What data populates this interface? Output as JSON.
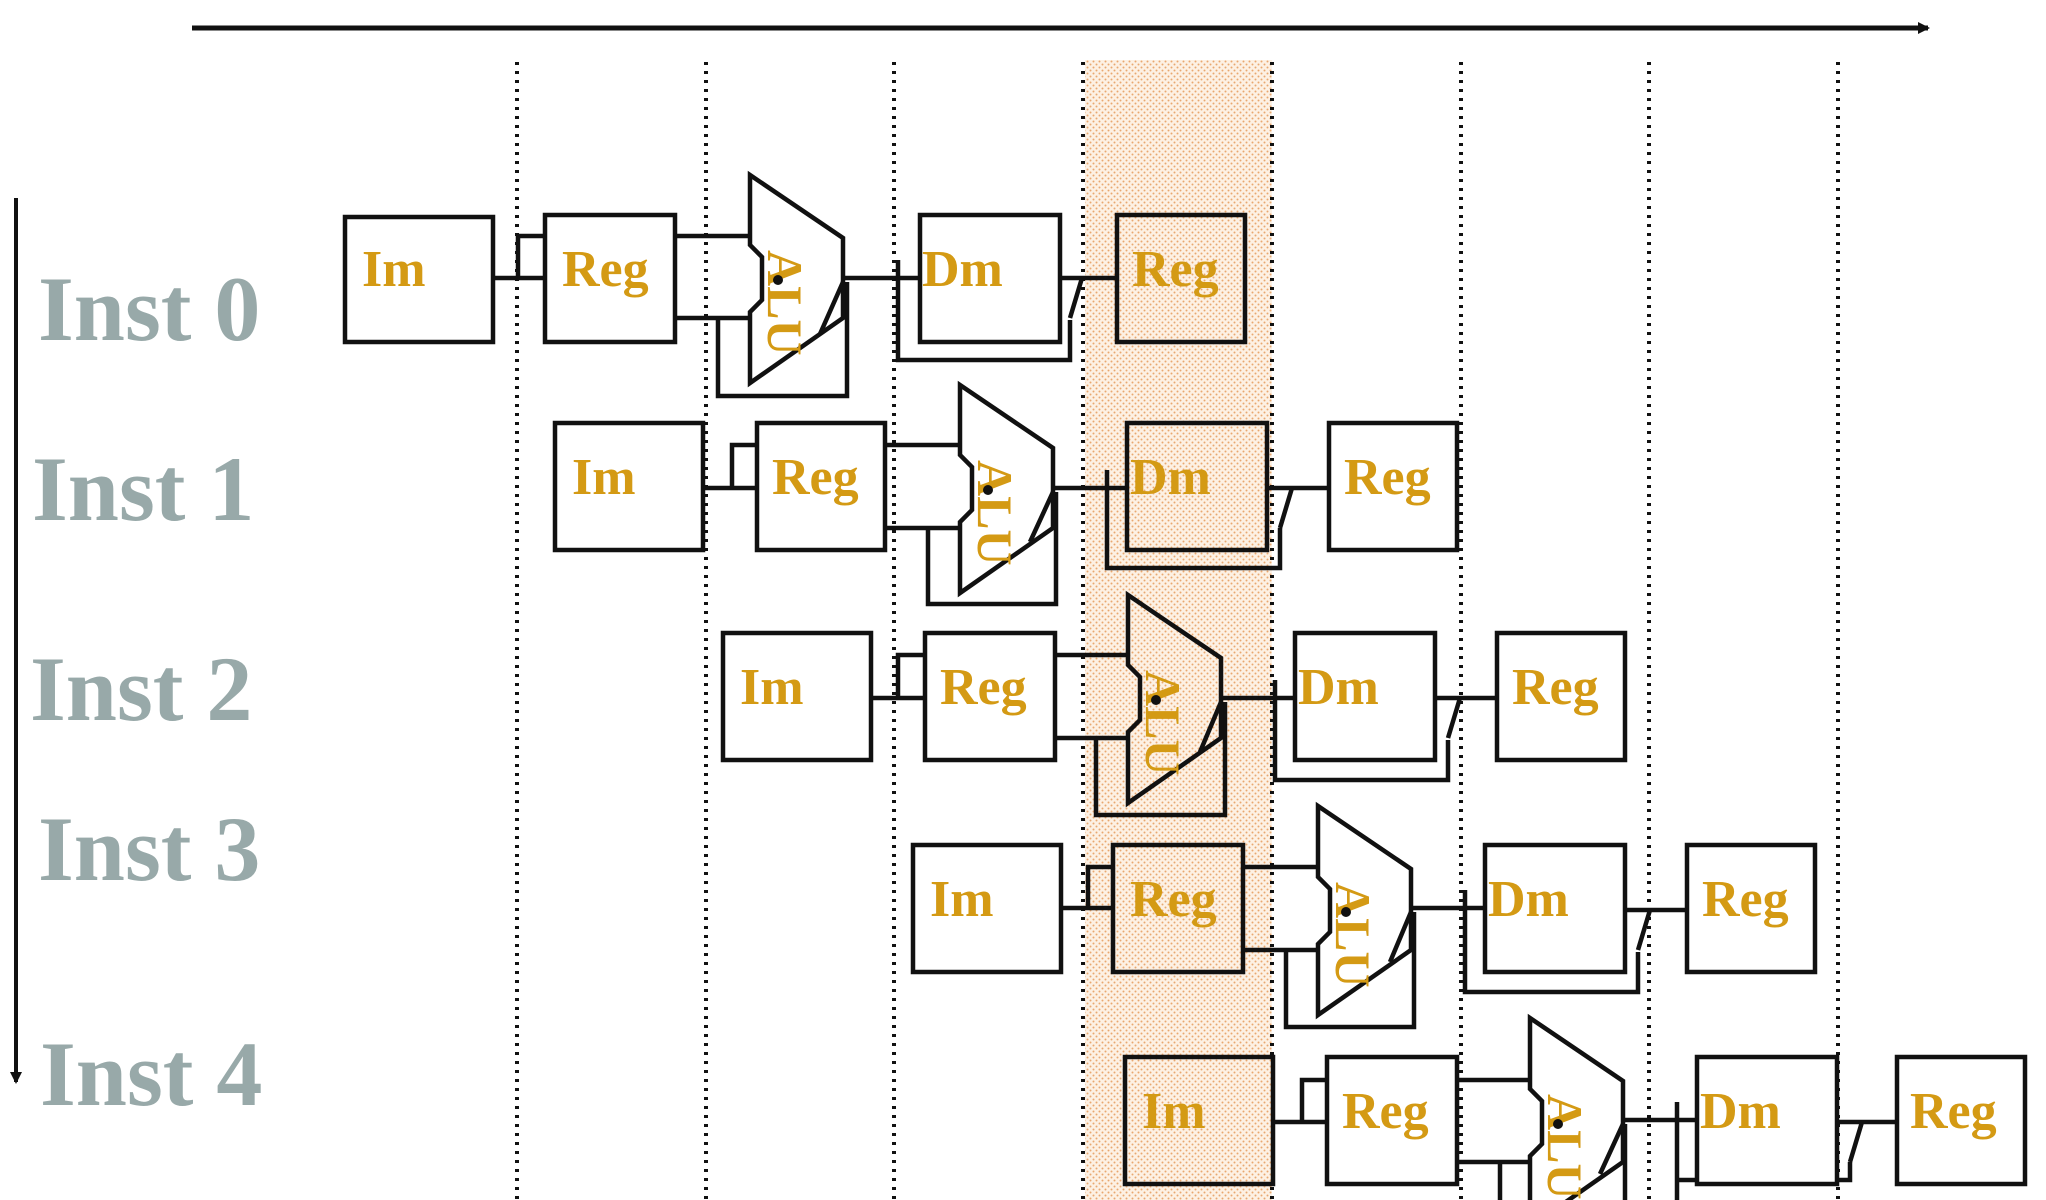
{
  "instructions": [
    {
      "label": "Inst 0"
    },
    {
      "label": "Inst 1"
    },
    {
      "label": "Inst 2"
    },
    {
      "label": "Inst 3"
    },
    {
      "label": "Inst 4"
    }
  ],
  "stages": {
    "im": "Im",
    "reg": "Reg",
    "alu": "ALU",
    "dm": "Dm"
  },
  "colors": {
    "stage_text": "#d49a14",
    "inst_label": "#98a9a9",
    "highlight_column": "#f6c89a"
  }
}
